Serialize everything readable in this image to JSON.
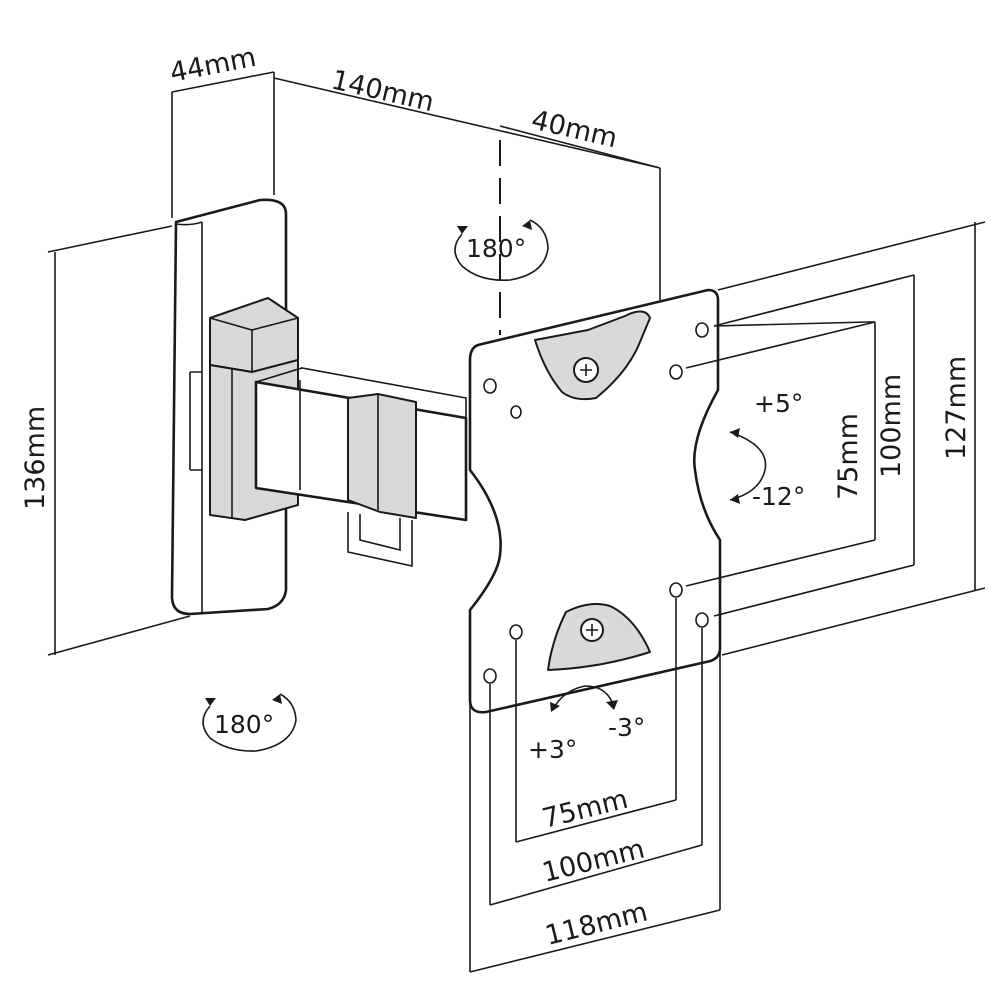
{
  "dimensions": {
    "wall_plate_depth": "44mm",
    "arm_length": "140mm",
    "plate_offset": "40mm",
    "wall_plate_height": "136mm",
    "vesa_v_small": "75mm",
    "vesa_v_large": "100mm",
    "plate_height": "127mm",
    "vesa_h_small": "75mm",
    "vesa_h_large": "100mm",
    "plate_width": "118mm"
  },
  "rotations": {
    "swivel_top": "180°",
    "swivel_bottom": "180°",
    "tilt_up": "+5°",
    "tilt_down": "-12°",
    "level_plus": "+3°",
    "level_minus": "-3°"
  }
}
